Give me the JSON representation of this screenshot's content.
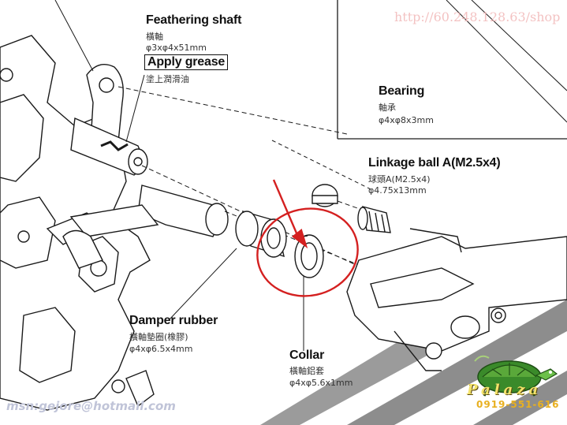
{
  "watermark": {
    "url": "http://60.248.128.63/shop",
    "email": "msn:gejore@hotmail.com"
  },
  "parts": {
    "feathering_shaft": {
      "name": "Feathering shaft",
      "cn": "橫軸",
      "spec": "φ3xφ4x51mm"
    },
    "apply_grease": {
      "name": "Apply grease",
      "cn": "塗上潤滑油"
    },
    "bearing": {
      "name": "Bearing",
      "cn": "軸承",
      "spec": "φ4xφ8x3mm"
    },
    "linkage_ball": {
      "name": "Linkage ball A(M2.5x4)",
      "cn": "球頭A(M2.5x4)",
      "spec": "φ4.75x13mm"
    },
    "damper_rubber": {
      "name": "Damper rubber",
      "cn": "橫軸墊圈(橡膠)",
      "spec": "φ4xφ6.5x4mm"
    },
    "collar": {
      "name": "Collar",
      "cn": "橫軸鋁套",
      "spec": "φ4xφ5.6x1mm"
    }
  },
  "logo": {
    "brand": "Palaza",
    "phone": "0919-551-616"
  },
  "colors": {
    "highlight": "#d42020",
    "line": "#1a1a1a",
    "hatch": "#555555"
  }
}
